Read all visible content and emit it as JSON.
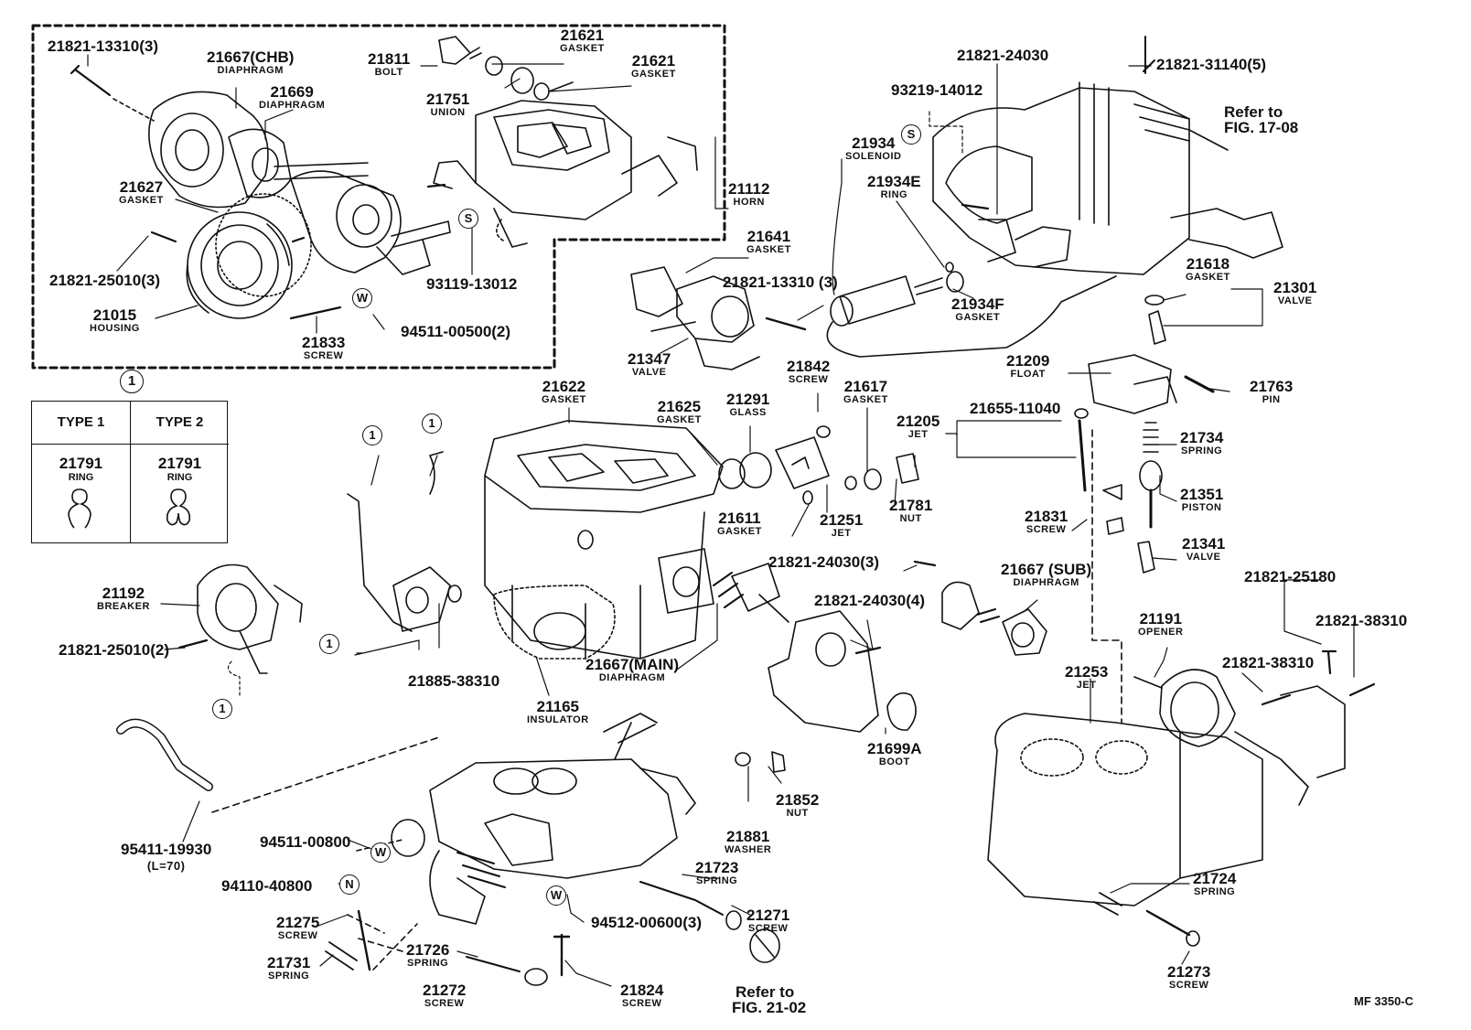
{
  "diagram": {
    "code": "MF 3350-C",
    "legend": {
      "marker": "1",
      "type1": {
        "header": "TYPE 1",
        "part": "21791",
        "name": "RING"
      },
      "type2": {
        "header": "TYPE 2",
        "part": "21791",
        "name": "RING"
      }
    },
    "symbols": {
      "s": "S",
      "w": "W",
      "n": "N",
      "circled": "1"
    },
    "refs": {
      "fig1708_a": "Refer to",
      "fig1708_b": "FIG. 17-08",
      "fig2102_a": "Refer to",
      "fig2102_b": "FIG. 21-02"
    },
    "parts": [
      {
        "id": "p01",
        "number": "21821-13310(3)",
        "name": ""
      },
      {
        "id": "p02",
        "number": "21667(CHB)",
        "name": "DIAPHRAGM"
      },
      {
        "id": "p03",
        "number": "21669",
        "name": "DIAPHRAGM"
      },
      {
        "id": "p04",
        "number": "21627",
        "name": "GASKET"
      },
      {
        "id": "p05",
        "number": "21821-25010(3)",
        "name": ""
      },
      {
        "id": "p06",
        "number": "21015",
        "name": "HOUSING"
      },
      {
        "id": "p07",
        "number": "21811",
        "name": "BOLT"
      },
      {
        "id": "p08",
        "number": "21621",
        "name": "GASKET"
      },
      {
        "id": "p09",
        "number": "21621",
        "name": "GASKET"
      },
      {
        "id": "p10",
        "number": "21751",
        "name": "UNION"
      },
      {
        "id": "p11",
        "number": "21112",
        "name": "HORN"
      },
      {
        "id": "p12",
        "number": "93119-13012",
        "name": ""
      },
      {
        "id": "p13",
        "number": "94511-00500(2)",
        "name": ""
      },
      {
        "id": "p14",
        "number": "21833",
        "name": "SCREW"
      },
      {
        "id": "p15",
        "number": "21821-24030",
        "name": ""
      },
      {
        "id": "p16",
        "number": "93219-14012",
        "name": ""
      },
      {
        "id": "p17",
        "number": "21821-31140(5)",
        "name": ""
      },
      {
        "id": "p18",
        "number": "21934",
        "name": "SOLENOID"
      },
      {
        "id": "p19",
        "number": "21934E",
        "name": "RING"
      },
      {
        "id": "p20",
        "number": "21934F",
        "name": "GASKET"
      },
      {
        "id": "p21",
        "number": "21618",
        "name": "GASKET"
      },
      {
        "id": "p22",
        "number": "21301",
        "name": "VALVE"
      },
      {
        "id": "p23",
        "number": "21641",
        "name": "GASKET"
      },
      {
        "id": "p24",
        "number": "21821-13310 (3)",
        "name": ""
      },
      {
        "id": "p25",
        "number": "21347",
        "name": "VALVE"
      },
      {
        "id": "p26",
        "number": "21842",
        "name": "SCREW"
      },
      {
        "id": "p27",
        "number": "21209",
        "name": "FLOAT"
      },
      {
        "id": "p28",
        "number": "21763",
        "name": "PIN"
      },
      {
        "id": "p29",
        "number": "21622",
        "name": "GASKET"
      },
      {
        "id": "p30",
        "number": "21625",
        "name": "GASKET"
      },
      {
        "id": "p31",
        "number": "21291",
        "name": "GLASS"
      },
      {
        "id": "p32",
        "number": "21617",
        "name": "GASKET"
      },
      {
        "id": "p33",
        "number": "21205",
        "name": "JET"
      },
      {
        "id": "p34",
        "number": "21655-11040",
        "name": ""
      },
      {
        "id": "p35",
        "number": "21734",
        "name": "SPRING"
      },
      {
        "id": "p36",
        "number": "21351",
        "name": "PISTON"
      },
      {
        "id": "p37",
        "number": "21611",
        "name": "GASKET"
      },
      {
        "id": "p38",
        "number": "21251",
        "name": "JET"
      },
      {
        "id": "p39",
        "number": "21781",
        "name": "NUT"
      },
      {
        "id": "p40",
        "number": "21831",
        "name": "SCREW"
      },
      {
        "id": "p41",
        "number": "21341",
        "name": "VALVE"
      },
      {
        "id": "p42",
        "number": "21192",
        "name": "BREAKER"
      },
      {
        "id": "p43",
        "number": "21821-25010(2)",
        "name": ""
      },
      {
        "id": "p44",
        "number": "21821-24030(3)",
        "name": ""
      },
      {
        "id": "p45",
        "number": "21667 (SUB)",
        "name": "DIAPHRAGM"
      },
      {
        "id": "p46",
        "number": "21821-25180",
        "name": ""
      },
      {
        "id": "p47",
        "number": "21821-38310",
        "name": ""
      },
      {
        "id": "p48",
        "number": "21821-24030(4)",
        "name": ""
      },
      {
        "id": "p49",
        "number": "21191",
        "name": "OPENER"
      },
      {
        "id": "p50",
        "number": "21821-38310",
        "name": ""
      },
      {
        "id": "p51",
        "number": "21885-38310",
        "name": ""
      },
      {
        "id": "p52",
        "number": "21667(MAIN)",
        "name": "DIAPHRAGM"
      },
      {
        "id": "p53",
        "number": "21165",
        "name": "INSULATOR"
      },
      {
        "id": "p54",
        "number": "21253",
        "name": "JET"
      },
      {
        "id": "p55",
        "number": "21699A",
        "name": "BOOT"
      },
      {
        "id": "p56",
        "number": "21852",
        "name": "NUT"
      },
      {
        "id": "p57",
        "number": "21881",
        "name": "WASHER"
      },
      {
        "id": "p58",
        "number": "95411-19930",
        "name": "(L=70)"
      },
      {
        "id": "p59",
        "number": "94511-00800",
        "name": ""
      },
      {
        "id": "p60",
        "number": "94110-40800",
        "name": ""
      },
      {
        "id": "p61",
        "number": "21723",
        "name": "SPRING"
      },
      {
        "id": "p62",
        "number": "21271",
        "name": "SCREW"
      },
      {
        "id": "p63",
        "number": "21275",
        "name": "SCREW"
      },
      {
        "id": "p64",
        "number": "21731",
        "name": "SPRING"
      },
      {
        "id": "p65",
        "number": "21726",
        "name": "SPRING"
      },
      {
        "id": "p66",
        "number": "94512-00600(3)",
        "name": ""
      },
      {
        "id": "p67",
        "number": "21724",
        "name": "SPRING"
      },
      {
        "id": "p68",
        "number": "21272",
        "name": "SCREW"
      },
      {
        "id": "p69",
        "number": "21824",
        "name": "SCREW"
      },
      {
        "id": "p70",
        "number": "21273",
        "name": "SCREW"
      }
    ]
  }
}
